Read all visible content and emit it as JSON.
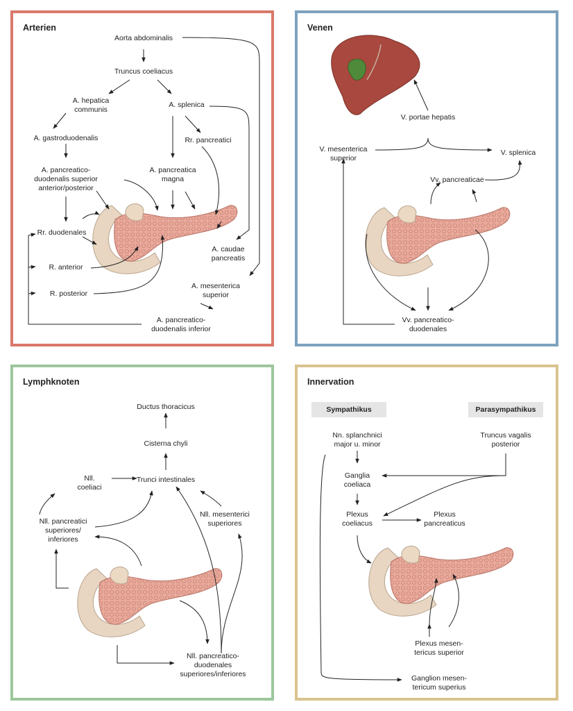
{
  "colors": {
    "arterien_border": "#d9796a",
    "venen_border": "#7ea2be",
    "lymph_border": "#9cc79b",
    "innervation_border": "#d9c48e",
    "pancreas": "#e8a89a",
    "duodenum": "#e7d3bd",
    "liver": "#a8483e",
    "gallbladder": "#4f8a3a"
  },
  "arterien": {
    "title": "Arterien",
    "aorta": "Aorta abdominalis",
    "truncus": "Truncus coeliacus",
    "hepatica": "A. hepatica\ncommunis",
    "splenica": "A. splenica",
    "gastroduodenalis": "A. gastroduodenalis",
    "rr_pancreatici": "Rr. pancreatici",
    "pd_superior": "A. pancreatico-\nduodenalis superior\nanterior/posterior",
    "pancreatica_magna": "A. pancreatica\nmagna",
    "rr_duodenales": "Rr. duodenales",
    "caudae": "A. caudae\npancreatis",
    "r_anterior": "R. anterior",
    "r_posterior": "R. posterior",
    "mesenterica_sup": "A. mesenterica\nsuperior",
    "pd_inferior": "A. pancreatico-\nduodenalis inferior"
  },
  "venen": {
    "title": "Venen",
    "portae": "V. portae hepatis",
    "mesenterica_sup": "V. mesenterica\nsuperior",
    "splenica": "V. splenica",
    "vv_pancreaticae": "Vv. pancreaticae",
    "vv_pd": "Vv. pancreatico-\nduodenales"
  },
  "lymph": {
    "title": "Lymphknoten",
    "ductus": "Ductus thoracicus",
    "cisterna": "Cisterna chyli",
    "trunci": "Trunci intestinales",
    "coeliaci": "Nll.\ncoeliaci",
    "pancreatici": "Nll. pancreatici\nsuperiores/\ninferiores",
    "mesenterici": "Nll. mesenterici\nsuperiores",
    "pd": "Nll. pancreatico-\nduodenales\nsuperiores/inferiores"
  },
  "innervation": {
    "title": "Innervation",
    "sympathikus": "Sympathikus",
    "parasympathikus": "Parasympathikus",
    "splanchnici": "Nn. splanchnici\nmajor u. minor",
    "vagalis": "Truncus vagalis\nposterior",
    "ganglia": "Ganglia\ncoeliaca",
    "plexus_coeliacus": "Plexus\ncoeliacus",
    "plexus_pancreaticus": "Plexus\npancreaticus",
    "plexus_mesentericus": "Plexus mesen-\ntericus superior",
    "ganglion_mesentericum": "Ganglion mesen-\ntericum superius"
  }
}
